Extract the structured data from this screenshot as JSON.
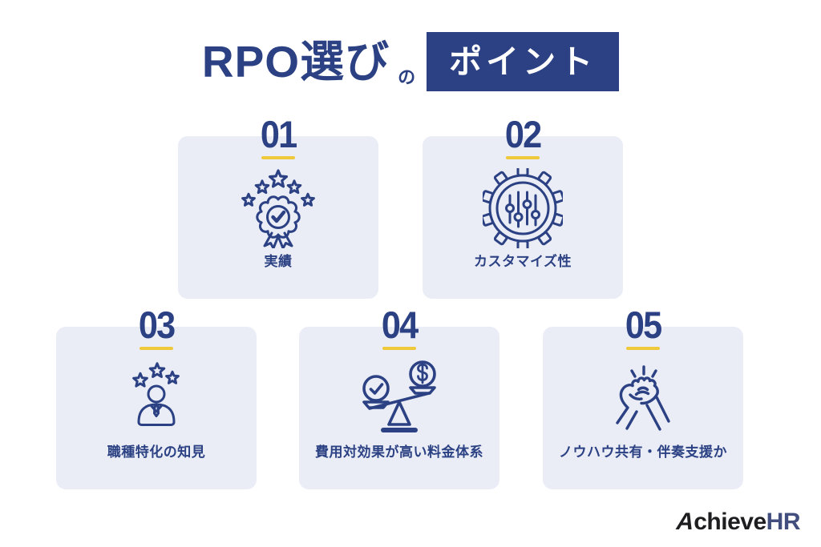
{
  "page": {
    "background": "#ffffff",
    "accent_navy": "#2b4183",
    "accent_yellow": "#f0c83c",
    "card_background": "#eaedf6"
  },
  "title": {
    "main": "RPO選び",
    "particle": "の",
    "highlight": "ポイント"
  },
  "cards": [
    {
      "number": "01",
      "label": "実績",
      "icon": "award-medal-stars-icon"
    },
    {
      "number": "02",
      "label": "カスタマイズ性",
      "icon": "gear-sliders-icon"
    },
    {
      "number": "03",
      "label": "職種特化の知見",
      "icon": "person-stars-icon"
    },
    {
      "number": "04",
      "label": "費用対効果が高い料金体系",
      "icon": "balance-scale-icon"
    },
    {
      "number": "05",
      "label": "ノウハウ共有・伴奏支援か",
      "icon": "clasped-hands-icon"
    }
  ],
  "logo": {
    "part1": "Achieve",
    "part2": "HR",
    "color_part1": "#1e1e20",
    "color_part2": "#424e7e"
  }
}
